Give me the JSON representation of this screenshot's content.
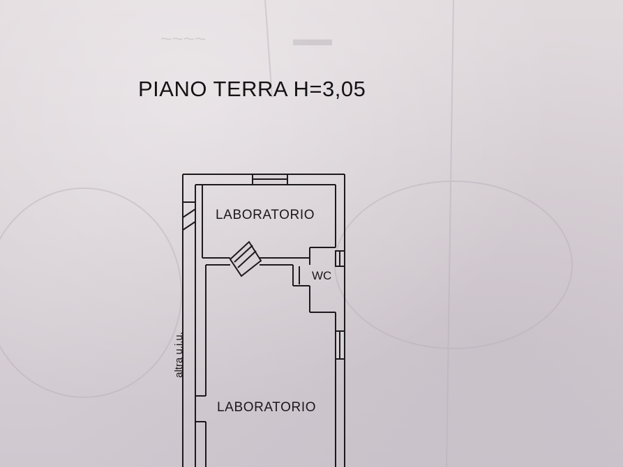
{
  "plan": {
    "title": "PIANO TERRA H=3,05",
    "rooms": {
      "laboratorio_top": "LABORATORIO",
      "wc": "WC",
      "laboratorio_bottom": "LABORATORIO"
    },
    "neighbor_label": "altra u.i.u."
  },
  "colors": {
    "paper": "#d9d2d6",
    "ink": "#1d1a1c"
  }
}
